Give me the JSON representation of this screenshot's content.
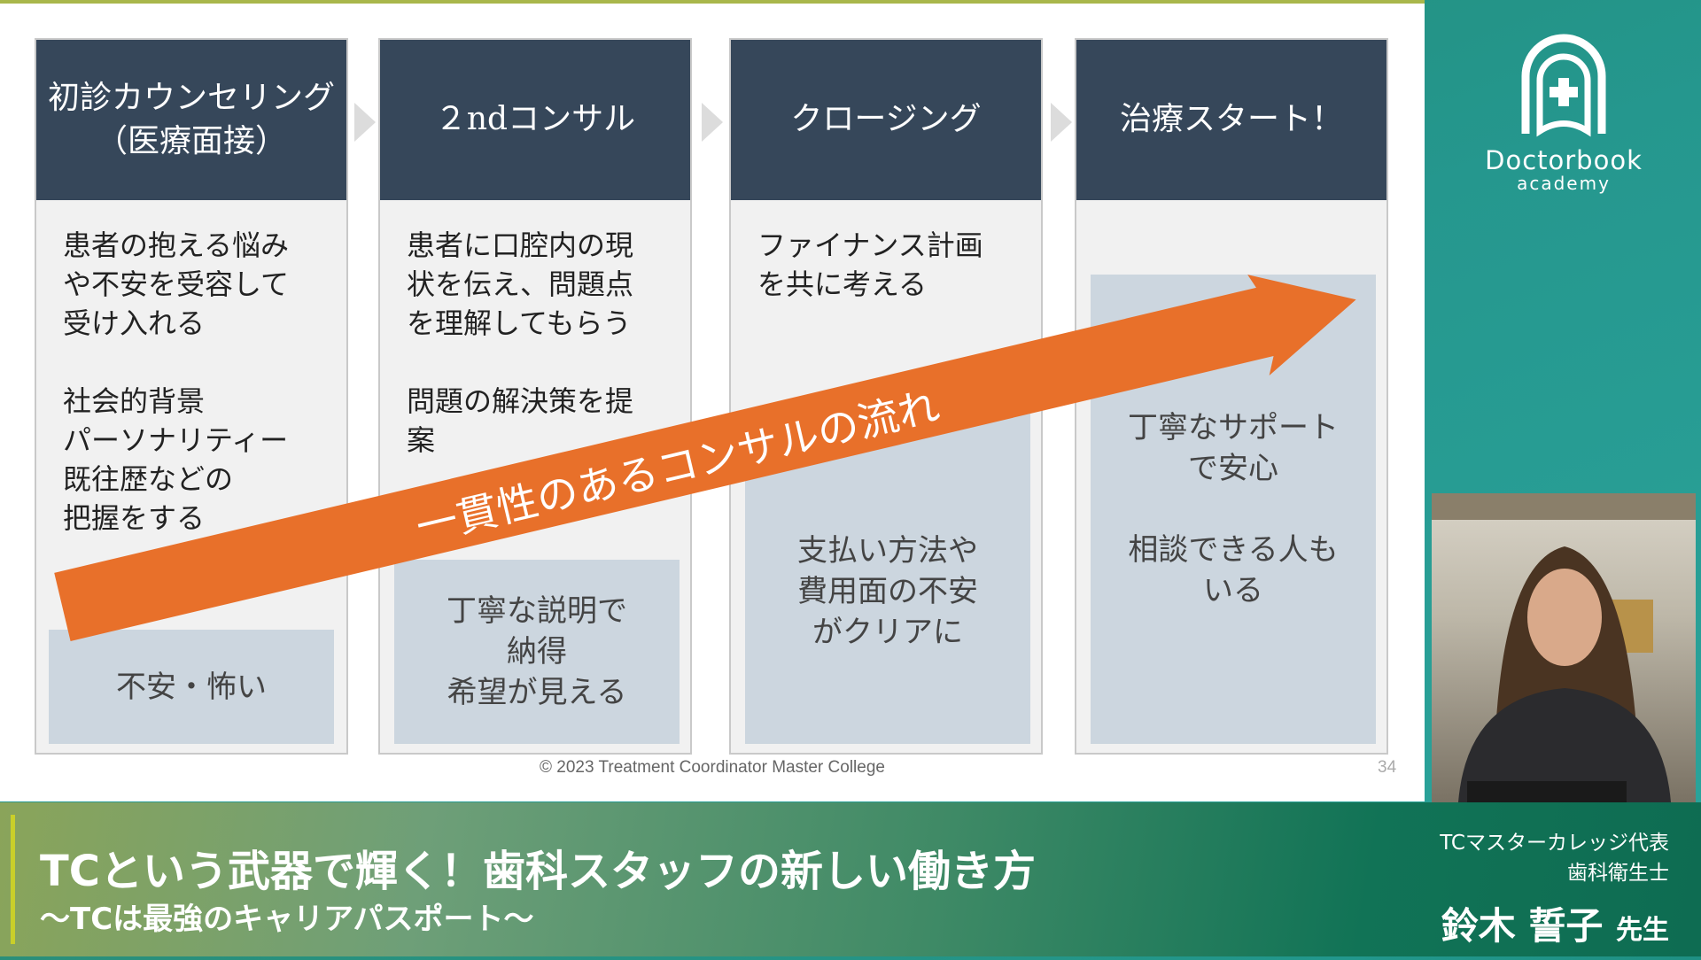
{
  "slide": {
    "columns": [
      {
        "header": "初診カウンセリング\n（医療面接）",
        "text": "患者の抱える悩み\nや不安を受容して\n受け入れる\n\n社会的背景\nパーソナリティー\n既往歴などの\n把握をする",
        "box": "不安・怖い"
      },
      {
        "header": "２ndコンサル",
        "text": "患者に口腔内の現\n状を伝え、問題点\nを理解してもらう\n\n問題の解決策を提\n案",
        "box": "丁寧な説明で\n納得\n希望が見える"
      },
      {
        "header": "クロージング",
        "text": "ファイナンス計画\nを共に考える",
        "box": "支払い方法や\n費用面の不安\nがクリアに"
      },
      {
        "header": "治療スタート！",
        "text": "",
        "box": "丁寧なサポート\nで安心\n\n相談できる人も\nいる"
      }
    ],
    "arrow_label": "一貫性のあるコンサルの流れ",
    "footer": "©  2023 Treatment Coordinator Master College",
    "page_number": "34",
    "arrow_color": "#e8702a"
  },
  "logo": {
    "name": "Doctorbook",
    "sub": "academy"
  },
  "banner": {
    "title": "TCという武器で輝く！歯科スタッフの新しい働き方",
    "subtitle": "〜TCは最強のキャリアパスポート〜",
    "role1": "TCマスターカレッジ代表",
    "role2": "歯科衛生士",
    "speaker_name": "鈴木 誓子",
    "speaker_suffix": "先生"
  }
}
